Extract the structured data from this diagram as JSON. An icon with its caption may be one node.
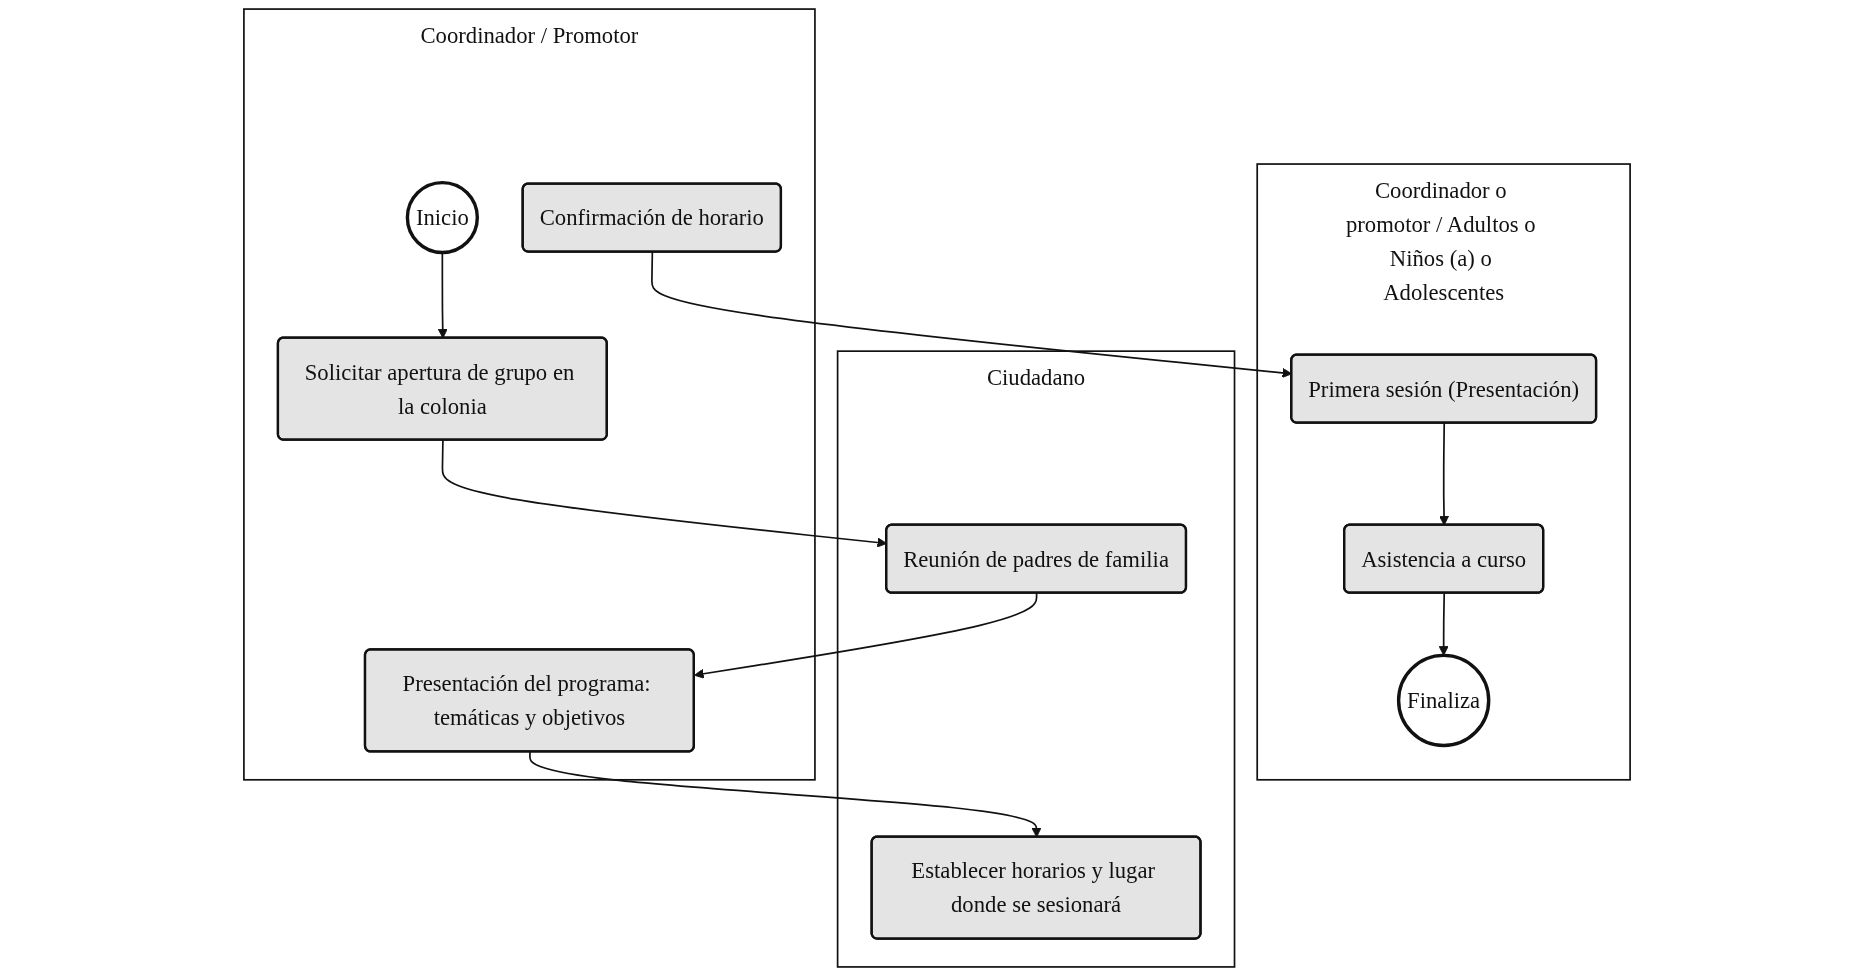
{
  "diagram": {
    "nodes": [
      {
        "text": [
          "Coordinador / Promotor"
        ]
      },
      {
        "text": [
          "Ciudadano"
        ]
      },
      {
        "text": [
          "Coordinador o promotor / Adultos o Niños (a) o Adolescentes"
        ]
      },
      {
        "text": [
          "Inicio"
        ],
        "in": 0
      },
      {
        "text": [
          "Solicitar apertura de grupo en la colonia"
        ],
        "in": 0
      },
      {
        "text": [
          "Presentación del programa: temáticas y objetivos"
        ],
        "in": 0
      },
      {
        "text": [
          "Confirmación de horario"
        ],
        "in": 0
      },
      {
        "text": [
          "Reunión de padres de familia"
        ],
        "in": 1
      },
      {
        "text": [
          "Establecer horarios y lugar donde se sesionará"
        ],
        "in": 1
      },
      {
        "text": [
          "Primera sesión (Presentación)"
        ],
        "in": 2
      },
      {
        "text": [
          "Asistencia a curso"
        ],
        "in": 2
      },
      {
        "text": [
          "Finaliza"
        ],
        "in": 2
      }
    ],
    "edges": [
      {
        "from": 3,
        "to": 4,
        "arrow": "to"
      },
      {
        "from": 4,
        "to": 7,
        "arrow": "to"
      },
      {
        "from": 7,
        "to": 5,
        "arrow": "to"
      },
      {
        "from": 5,
        "to": 8,
        "arrow": "to"
      },
      {
        "from": 6,
        "to": 9,
        "arrow": "to"
      },
      {
        "from": 9,
        "to": 10,
        "arrow": "to"
      },
      {
        "from": 10,
        "to": 11,
        "arrow": "to"
      }
    ]
  }
}
